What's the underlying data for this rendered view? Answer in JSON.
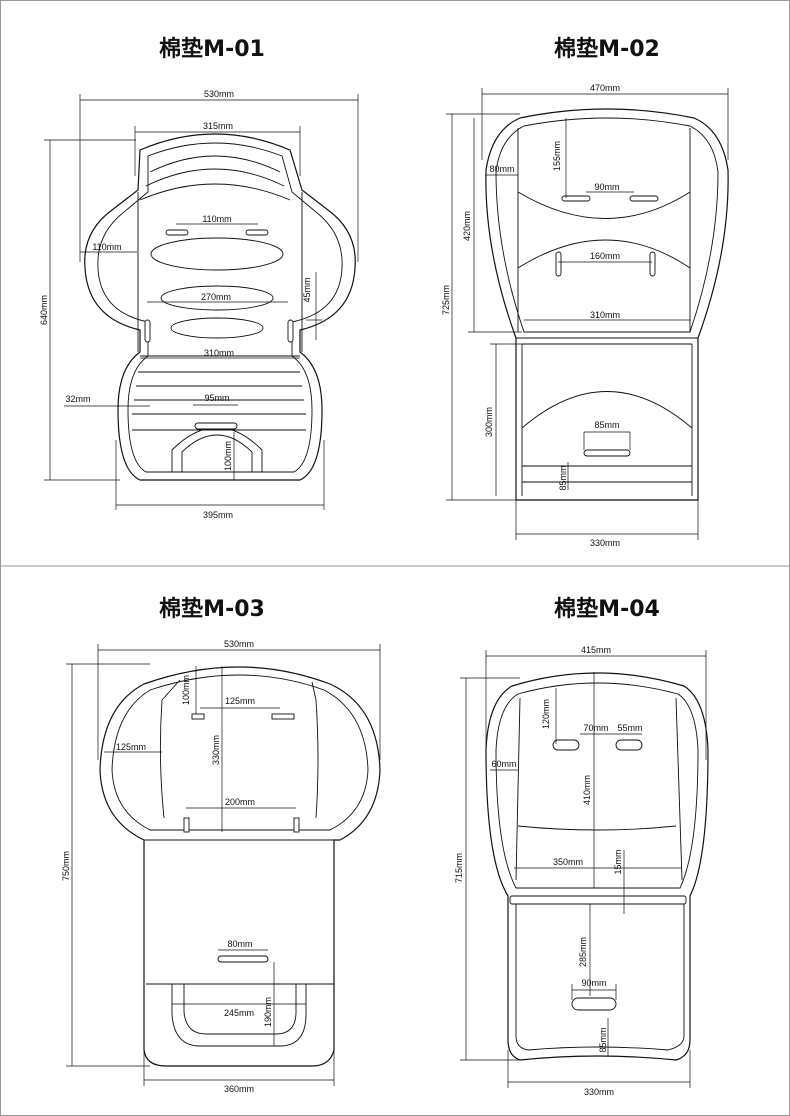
{
  "panels": [
    {
      "title": "棉垫M-01",
      "dims": {
        "overall_width": "530mm",
        "top_width": "315mm",
        "slot_spacing": "110mm",
        "side_width": "110mm",
        "height": "640mm",
        "oval_width": "270mm",
        "slot_length": "45mm",
        "waist_width": "310mm",
        "edge_offset": "32mm",
        "crotch_width": "95mm",
        "crotch_depth": "100mm",
        "bottom_width": "395mm"
      }
    },
    {
      "title": "棉垫M-02",
      "dims": {
        "overall_width": "470mm",
        "side_width": "80mm",
        "head_depth": "155mm",
        "slot_spacing": "90mm",
        "upper_height": "420mm",
        "total_height": "725mm",
        "waist_slot_spacing": "160mm",
        "waist_width": "310mm",
        "seat_height": "300mm",
        "buckle_width": "85mm",
        "bottom_strip": "85mm",
        "bottom_width": "330mm"
      }
    },
    {
      "title": "棉垫M-03",
      "dims": {
        "overall_width": "530mm",
        "head_depth": "100mm",
        "slot_spacing": "125mm",
        "side_width": "125mm",
        "upper_height": "330mm",
        "total_height": "750mm",
        "waist_slot_spacing": "200mm",
        "buckle_width": "80mm",
        "crotch_width": "245mm",
        "crotch_depth": "190mm",
        "bottom_width": "360mm"
      }
    },
    {
      "title": "棉垫M-04",
      "dims": {
        "overall_width": "415mm",
        "head_depth": "120mm",
        "slot_gap": "70mm",
        "slot_length": "55mm",
        "side_width": "60mm",
        "upper_height": "410mm",
        "total_height": "715mm",
        "waist_width": "350mm",
        "strip_width": "15mm",
        "seat_height": "285mm",
        "buckle_width": "90mm",
        "bottom_strip": "85mm",
        "bottom_width": "330mm"
      }
    }
  ]
}
